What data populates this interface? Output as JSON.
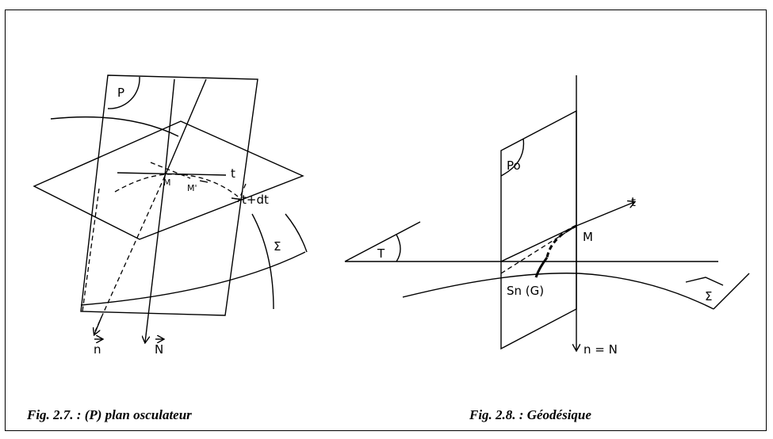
{
  "fig1": {
    "caption": "Fig. 2.7. :  (P) plan osculateur",
    "labels": {
      "P": "P",
      "t": "t",
      "M": "M",
      "M_prime": "M'",
      "t_dt": "t+dt",
      "Sigma": "Σ",
      "n": "n",
      "N": "N"
    }
  },
  "fig2": {
    "caption": "Fig. 2.8. :  Géodésique",
    "labels": {
      "Po": "Po",
      "t": "t",
      "M": "M",
      "T": "T",
      "Sn_G": "Sn (G)",
      "Sigma": "Σ",
      "n_eq_N": "n = N"
    }
  }
}
